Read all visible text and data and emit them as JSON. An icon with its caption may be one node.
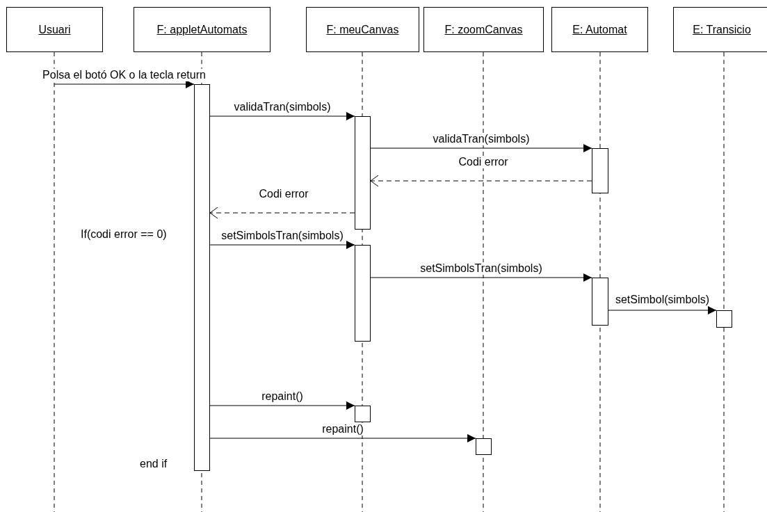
{
  "diagram": {
    "nodes": [
      {
        "text": [
          "Usuari"
        ]
      },
      {
        "text": [
          "F: appletAutomats"
        ]
      },
      {
        "text": [
          "F: meuCanvas"
        ]
      },
      {
        "text": [
          "F: zoomCanvas"
        ]
      },
      {
        "text": [
          "E: Automat"
        ]
      },
      {
        "text": [
          "E: Transicio"
        ]
      },
      {
        "text": [],
        "shape": "bar"
      },
      {
        "text": [],
        "shape": "bar"
      },
      {
        "text": [],
        "shape": "bar"
      },
      {
        "text": [],
        "shape": "bar"
      },
      {
        "text": [],
        "shape": "bar"
      },
      {
        "text": [],
        "shape": "bar"
      },
      {
        "text": [],
        "shape": "bar"
      },
      {
        "text": [],
        "shape": "bar"
      }
    ],
    "edges": [
      {
        "from": null,
        "to": 6,
        "arrow": "to",
        "label": "Polsa el botó OK o la tecla return"
      },
      {
        "from": 6,
        "to": 7,
        "arrow": "to",
        "label": "validaTran(simbols)"
      },
      {
        "from": 7,
        "to": 8,
        "arrow": "to",
        "label": "validaTran(simbols)"
      },
      {
        "from": 8,
        "to": 7,
        "arrow": "to",
        "label": "Codi error",
        "style": "dashed"
      },
      {
        "from": 7,
        "to": 6,
        "arrow": "to",
        "label": "Codi error",
        "style": "dashed"
      },
      {
        "from": 6,
        "to": 9,
        "arrow": "to",
        "label": "setSimbolsTran(simbols)"
      },
      {
        "from": 9,
        "to": 10,
        "arrow": "to",
        "label": "setSimbolsTran(simbols)"
      },
      {
        "from": 10,
        "to": 11,
        "arrow": "to",
        "label": "setSimbol(simbols)"
      },
      {
        "from": 6,
        "to": 12,
        "arrow": "to",
        "label": "repaint()"
      },
      {
        "from": 6,
        "to": 13,
        "arrow": "to",
        "label": "repaint()"
      }
    ],
    "labels": [
      "If(codi error == 0)",
      "end if"
    ]
  }
}
